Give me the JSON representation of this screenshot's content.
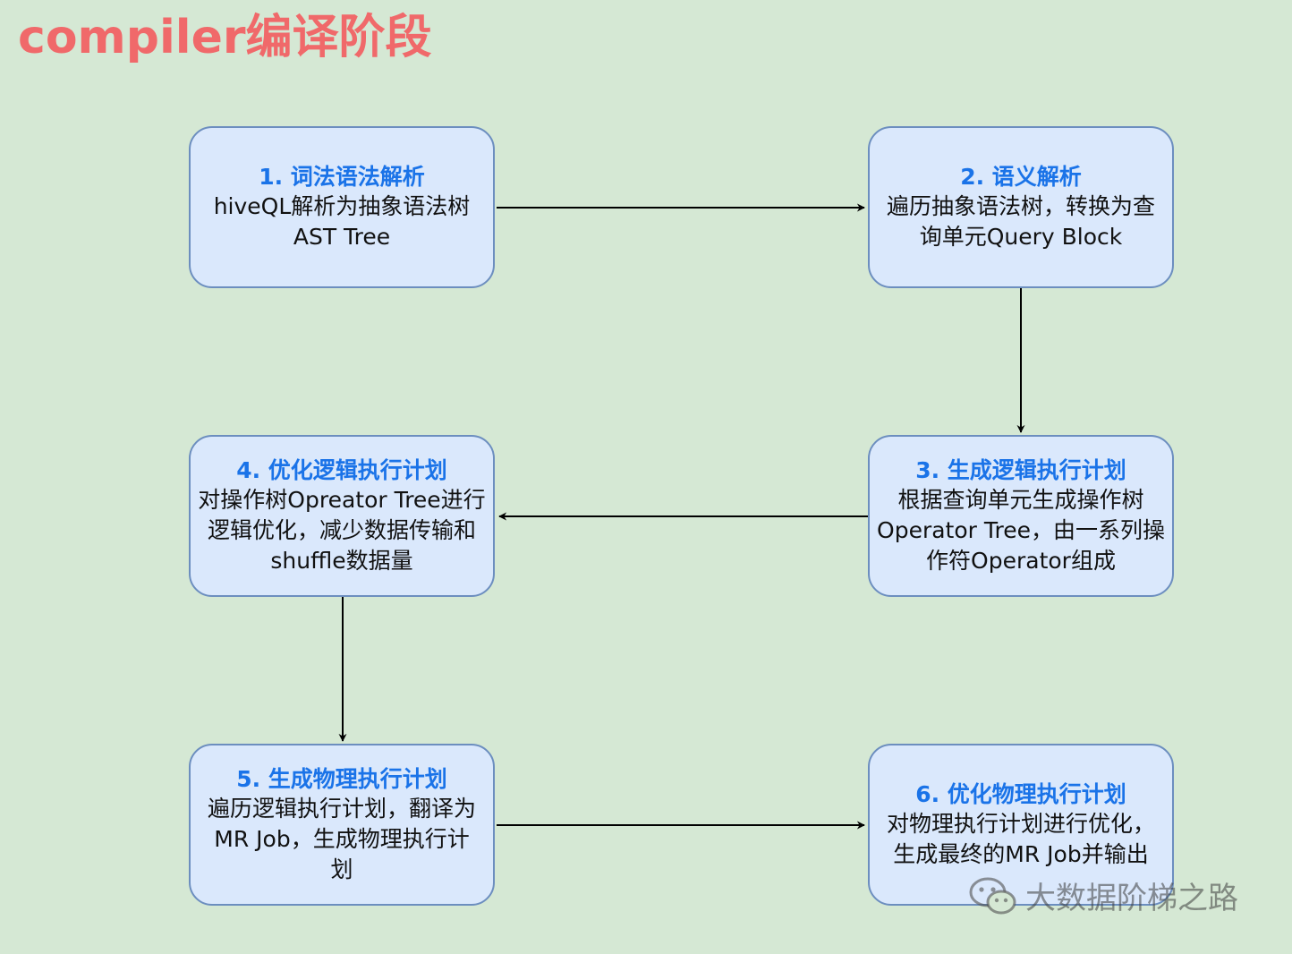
{
  "title": "compiler编译阶段",
  "steps": [
    {
      "heading": "1. 词法语法解析",
      "lines": [
        "hiveQL解析为抽象语法树",
        "AST Tree"
      ]
    },
    {
      "heading": "2. 语义解析",
      "lines": [
        "遍历抽象语法树，转换为查",
        "询单元Query Block"
      ]
    },
    {
      "heading": "3. 生成逻辑执行计划",
      "lines": [
        "根据查询单元生成操作树",
        "Operator Tree，由一系列操",
        "作符Operator组成"
      ]
    },
    {
      "heading": "4. 优化逻辑执行计划",
      "lines": [
        "对操作树Opreator Tree进行",
        "逻辑优化，减少数据传输和",
        "shuffle数据量"
      ]
    },
    {
      "heading": "5. 生成物理执行计划",
      "lines": [
        "遍历逻辑执行计划，翻译为",
        "MR Job，生成物理执行计",
        "划"
      ]
    },
    {
      "heading": "6. 优化物理执行计划",
      "lines": [
        "对物理执行计划进行优化，",
        "生成最终的MR Job并输出"
      ]
    }
  ],
  "watermark": {
    "text": "大数据阶梯之路",
    "icon": "wechat-icon"
  },
  "colors": {
    "background": "#d5e8d4",
    "title": "#f0696a",
    "box_fill": "#dae8fc",
    "box_border": "#6c8ebf",
    "heading": "#1a73e8"
  }
}
